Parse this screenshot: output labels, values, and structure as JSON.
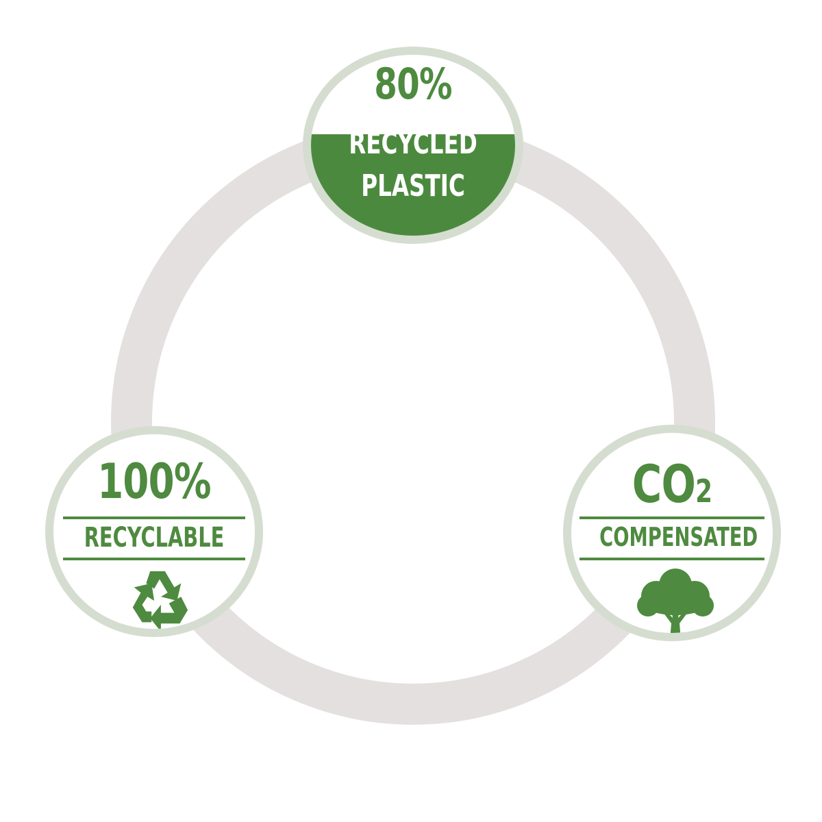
{
  "badges": {
    "recycled_plastic": {
      "value": "80%",
      "line1": "RECYCLED",
      "line2": "PLASTIC"
    },
    "recyclable": {
      "value": "100%",
      "label": "RECYCLABLE",
      "icon": "recycle-icon"
    },
    "co2": {
      "value": "CO",
      "subscript": "2",
      "label": "COMPENSATED",
      "icon": "tree-icon"
    }
  },
  "colors": {
    "green": "#4e8a3f",
    "ring": "#e4e0df",
    "badge_border": "#d5ddd0"
  }
}
